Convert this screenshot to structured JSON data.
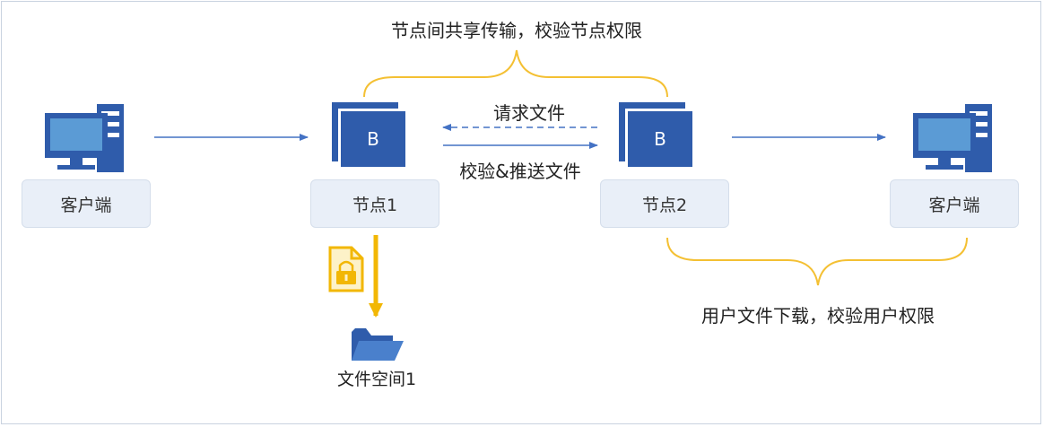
{
  "diagram": {
    "top_annotation": "节点间共享传输，校验节点权限",
    "bottom_annotation": "用户文件下载，校验用户权限",
    "request_label": "请求文件",
    "push_label": "校验&推送文件",
    "client_left": "客户端",
    "client_right": "客户端",
    "node1": "节点1",
    "node2": "节点2",
    "node_badge": "B",
    "file_space": "文件空间1"
  },
  "colors": {
    "primary_blue": "#2f5cab",
    "light_blue": "#5b9bd5",
    "arrow_blue": "#4472c4",
    "accent_yellow": "#f4c033",
    "arrow_yellow": "#f2b705",
    "label_bg": "#e9eff8"
  },
  "icons": {
    "client": "desktop-computer-icon",
    "node": "server-stack-icon",
    "lock_file": "locked-file-icon",
    "folder": "folder-icon"
  }
}
